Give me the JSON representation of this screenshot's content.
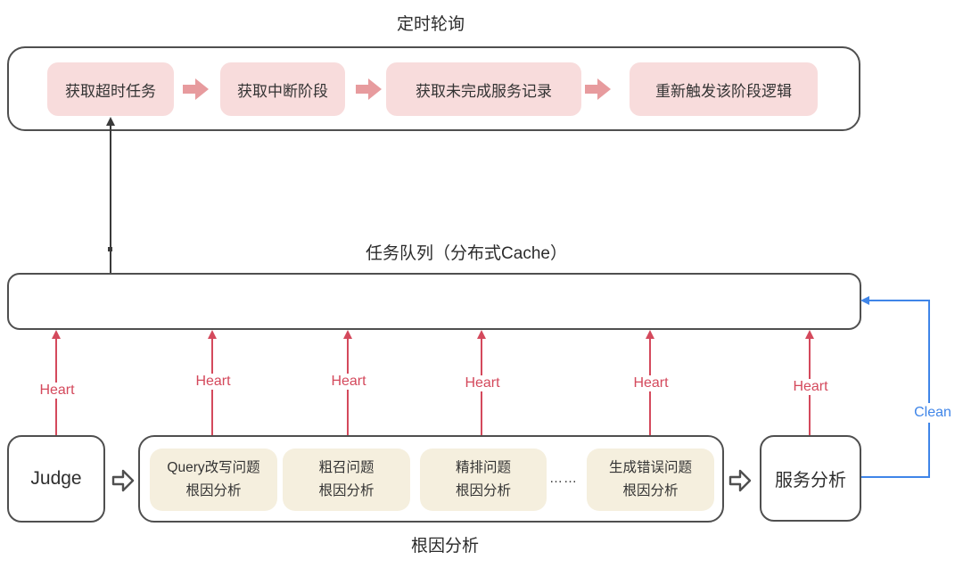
{
  "colors": {
    "border": "#4f4f4f",
    "text": "#2f2f2f",
    "pink-fill": "#f8dcdc",
    "pink-arrow": "#e79b9e",
    "cream-fill": "#f5efde",
    "red": "#d4495c",
    "blue": "#3f85e8",
    "line": "#3a3a3a"
  },
  "polling": {
    "title": "定时轮询",
    "stages": [
      "获取超时任务",
      "获取中断阶段",
      "获取未完成服务记录",
      "重新触发该阶段逻辑"
    ]
  },
  "queue": {
    "title": "任务队列（分布式Cache）"
  },
  "heart_labels": [
    "Heart",
    "Heart",
    "Heart",
    "Heart",
    "Heart",
    "Heart"
  ],
  "clean_label": "Clean",
  "bottom": {
    "judge_label": "Judge",
    "analysis_boxes": [
      {
        "line1": "Query改写问题",
        "line2": "根因分析"
      },
      {
        "line1": "粗召问题",
        "line2": "根因分析"
      },
      {
        "line1": "精排问题",
        "line2": "根因分析"
      },
      {
        "line1": "生成错误问题",
        "line2": "根因分析"
      }
    ],
    "ellipsis": "……",
    "service_label": "服务分析",
    "group_title": "根因分析"
  }
}
